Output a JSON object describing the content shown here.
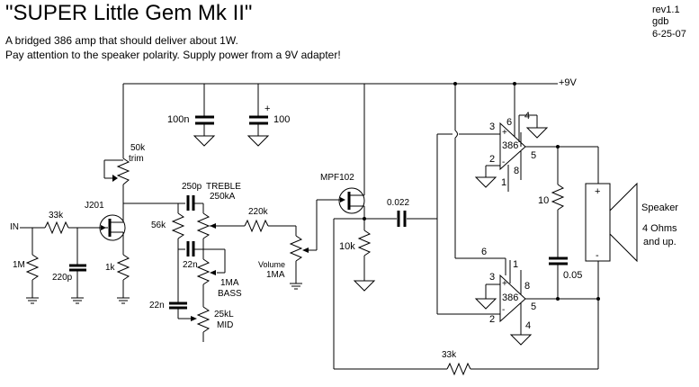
{
  "header": {
    "title": "\"SUPER Little Gem Mk II\"",
    "description_line1": "A bridged 386 amp that should deliver about 1W.",
    "description_line2": "Pay attention to the speaker polarity.  Supply power from a 9V adapter!",
    "revision": "rev1.1",
    "author": "gdb",
    "date": "6-25-07"
  },
  "power": {
    "rail_label": "+9V"
  },
  "components": {
    "input_label": "IN",
    "r_input_series": "33k",
    "r_input_pulldown": "1M",
    "c_input_filter": "220p",
    "jfet1": "J201",
    "r_trim_value": "50k",
    "r_trim_label": "trim",
    "r_source": "1k",
    "c_decouple_1": "100n",
    "c_decouple_2": "100",
    "c_decouple_2_polarity": "+",
    "c_treble": "250p",
    "treble_label": "TREBLE",
    "pot_treble": "250kA",
    "r_tone": "56k",
    "c_bass": "22n",
    "c_mid": "22n",
    "pot_bass_value": "1MA",
    "pot_bass_label": "BASS",
    "pot_mid_value": "25kL",
    "pot_mid_label": "MID",
    "r_volume_series": "220k",
    "pot_volume_label": "Volume",
    "pot_volume_value": "1MA",
    "jfet2": "MPF102",
    "r_buffer_source": "10k",
    "c_coupling": "0.022",
    "ic_label": "386",
    "ic_upper_pins": {
      "noninv": "3",
      "inv": "2",
      "vcc": "6",
      "gnd": "4",
      "out": "5",
      "gain1": "1",
      "gain8": "8",
      "plus": "+",
      "minus": "-"
    },
    "ic_lower_pins": {
      "noninv": "3",
      "inv": "2",
      "vcc": "6",
      "gnd": "4",
      "out": "5",
      "gain1": "1",
      "gain8": "8",
      "plus": "+",
      "minus": "-"
    },
    "r_zobel": "10",
    "c_zobel": "0.05",
    "r_feedback": "33k",
    "speaker_label": "Speaker",
    "speaker_spec_1": "4 Ohms",
    "speaker_spec_2": "and up.",
    "speaker_plus": "+",
    "speaker_minus": "-"
  }
}
